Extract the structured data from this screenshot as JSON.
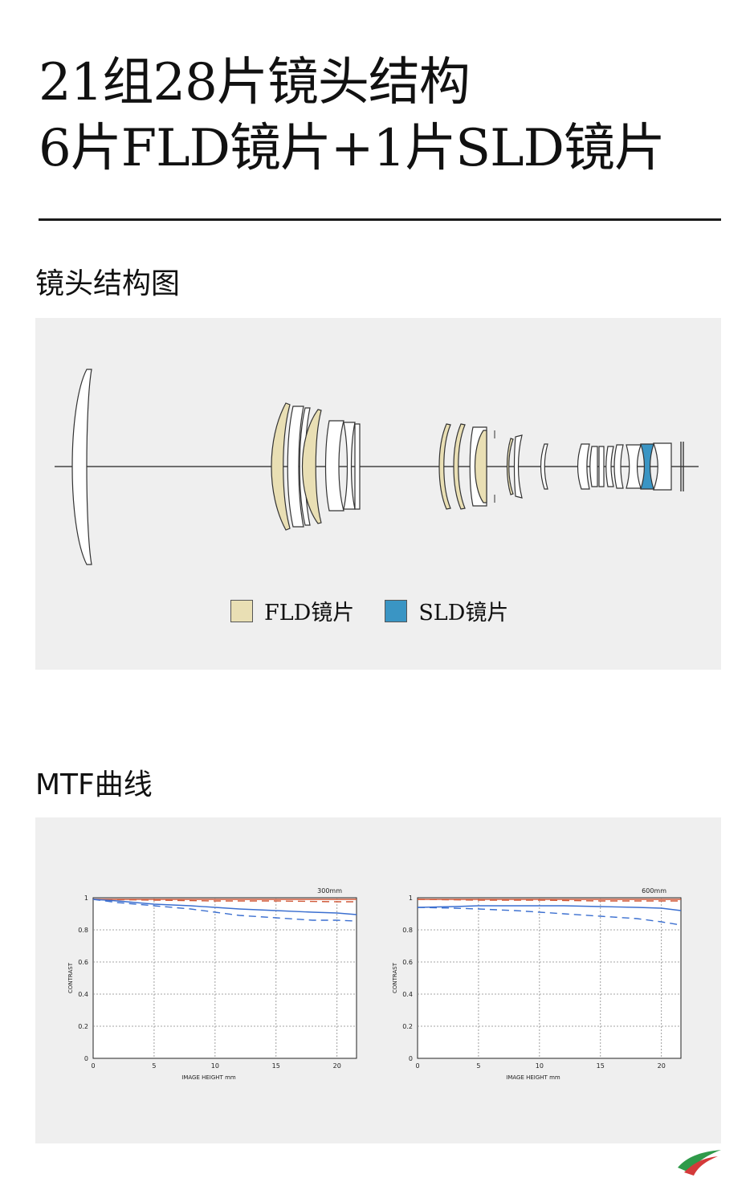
{
  "headline": {
    "line1": "21组28片镜头结构",
    "line2": "6片FLD镜片+1片SLD镜片"
  },
  "lens_section": {
    "title": "镜头结构图",
    "legend": [
      {
        "label": "FLD镜片",
        "color": "#e9dfb4"
      },
      {
        "label": "SLD镜片",
        "color": "#3a95c4"
      }
    ]
  },
  "mtf_section": {
    "title": "MTF曲线"
  },
  "chart_data": [
    {
      "type": "line",
      "title": "300mm",
      "xlabel": "IMAGE HEIGHT   mm",
      "ylabel": "CONTRAST",
      "xlim": [
        0,
        21.6
      ],
      "ylim": [
        0,
        1
      ],
      "xticks": [
        "0",
        "5",
        "10",
        "15",
        "20"
      ],
      "yticks": [
        "0",
        "0.2",
        "0.4",
        "0.6",
        "0.8",
        "1"
      ],
      "grid": true,
      "series": [
        {
          "style": "solid",
          "color": "#d05a3a",
          "x": [
            0,
            5,
            10,
            15,
            20,
            21.6
          ],
          "y": [
            0.99,
            0.99,
            0.99,
            0.99,
            0.99,
            0.99
          ]
        },
        {
          "style": "dashed",
          "color": "#d05a3a",
          "x": [
            0,
            5,
            10,
            15,
            20,
            21.6
          ],
          "y": [
            0.99,
            0.985,
            0.98,
            0.98,
            0.975,
            0.975
          ]
        },
        {
          "style": "solid",
          "color": "#3b6fd0",
          "x": [
            0,
            2,
            5,
            8,
            10,
            12,
            15,
            18,
            20,
            21.6
          ],
          "y": [
            0.99,
            0.98,
            0.96,
            0.95,
            0.94,
            0.93,
            0.92,
            0.91,
            0.905,
            0.895
          ]
        },
        {
          "style": "dashed",
          "color": "#3b6fd0",
          "x": [
            0,
            2,
            5,
            8,
            10,
            12,
            15,
            18,
            20,
            21.6
          ],
          "y": [
            0.99,
            0.97,
            0.95,
            0.93,
            0.91,
            0.89,
            0.875,
            0.86,
            0.86,
            0.855
          ]
        }
      ]
    },
    {
      "type": "line",
      "title": "600mm",
      "xlabel": "IMAGE HEIGHT   mm",
      "ylabel": "CONTRAST",
      "xlim": [
        0,
        21.6
      ],
      "ylim": [
        0,
        1
      ],
      "xticks": [
        "0",
        "5",
        "10",
        "15",
        "20"
      ],
      "yticks": [
        "0",
        "0.2",
        "0.4",
        "0.6",
        "0.8",
        "1"
      ],
      "grid": true,
      "series": [
        {
          "style": "solid",
          "color": "#d05a3a",
          "x": [
            0,
            5,
            10,
            15,
            20,
            21.6
          ],
          "y": [
            0.99,
            0.99,
            0.99,
            0.99,
            0.99,
            0.99
          ]
        },
        {
          "style": "dashed",
          "color": "#d05a3a",
          "x": [
            0,
            5,
            10,
            15,
            20,
            21.6
          ],
          "y": [
            0.99,
            0.985,
            0.985,
            0.98,
            0.98,
            0.98
          ]
        },
        {
          "style": "solid",
          "color": "#3b6fd0",
          "x": [
            0,
            3,
            5,
            8,
            10,
            12,
            15,
            18,
            20,
            21.6
          ],
          "y": [
            0.94,
            0.945,
            0.95,
            0.95,
            0.95,
            0.95,
            0.945,
            0.94,
            0.935,
            0.92
          ]
        },
        {
          "style": "dashed",
          "color": "#3b6fd0",
          "x": [
            0,
            3,
            5,
            8,
            10,
            12,
            15,
            18,
            20,
            21.6
          ],
          "y": [
            0.94,
            0.935,
            0.93,
            0.92,
            0.91,
            0.9,
            0.885,
            0.87,
            0.85,
            0.83
          ]
        }
      ]
    }
  ]
}
